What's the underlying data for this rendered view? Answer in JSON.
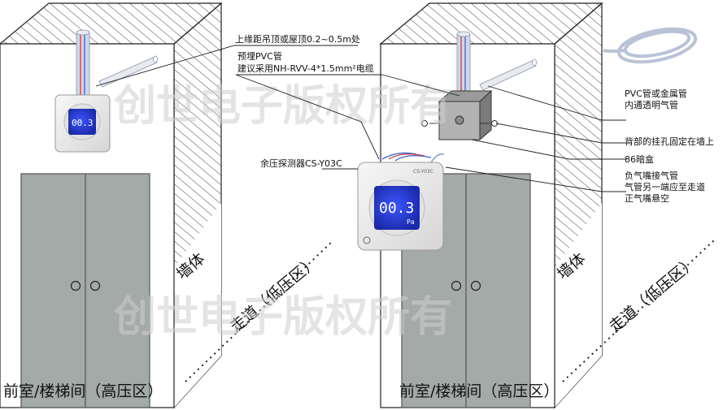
{
  "watermark": "创世电子版权所有",
  "labels": {
    "ceiling_distance": "上缘距吊顶或屋顶0.2~0.5m处",
    "conduit": "预埋PVC管",
    "cable": "建议采用NH-RVV-4*1.5mm²电缆",
    "detector": "余压探测器CS-Y03C",
    "pvc_pipe": "PVC管或金属管",
    "pvc_pipe_2": "内通透明气管",
    "mount_holes": "背部的挂孔固定在墙上",
    "junction_box": "86暗盒",
    "neg_nozzle": "负气嘴接气管",
    "pipe_to_corridor": "气管另一端应至走道",
    "pos_nozzle": "正气嘴悬空"
  },
  "left_panel": {
    "wall": "墙体",
    "corridor": "走道（低压区）",
    "front_room": "前室/楼梯间（高压区）"
  },
  "right_panel": {
    "wall": "墙体",
    "corridor": "走道（低压区）",
    "front_room": "前室/楼梯间（高压区）"
  },
  "device": {
    "reading": "00.3",
    "unit": "Pa",
    "model_tag": "CS-Y03C"
  },
  "colors": {
    "door": "#a3aaa8",
    "door_edge": "#555555",
    "lcd": "#1c2fc9",
    "pipe": "#cfd7e6",
    "wire_red": "#d43a3a",
    "wire_blue": "#3a64d4"
  }
}
